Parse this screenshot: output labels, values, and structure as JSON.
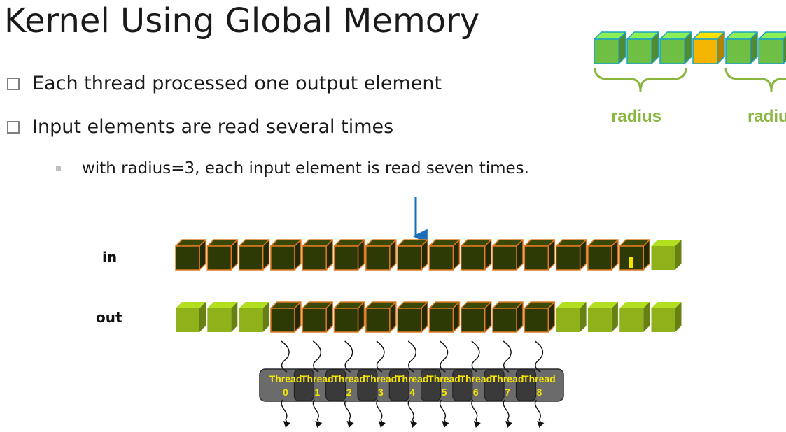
{
  "slide": {
    "title": "Kernel Using Global Memory",
    "bullets": [
      "Each thread processed one output element",
      "Input elements are read several times"
    ],
    "sub_bullet": "with radius=3, each input element is read seven times."
  },
  "legend": {
    "radius_left": "radius",
    "radius_right": "radius",
    "cube_states": [
      "green",
      "green",
      "green",
      "orange",
      "green",
      "green"
    ]
  },
  "diagram": {
    "in_label": "in",
    "out_label": "out",
    "in_cube_count": 16,
    "in_active_count": 15,
    "out_cube_count": 16,
    "out_active_start": 3,
    "out_active_end": 11,
    "threads": [
      {
        "name": "Thread",
        "id": "0"
      },
      {
        "name": "Thread",
        "id": "1"
      },
      {
        "name": "Thread",
        "id": "2"
      },
      {
        "name": "Thread",
        "id": "3"
      },
      {
        "name": "Thread",
        "id": "4"
      },
      {
        "name": "Thread",
        "id": "5"
      },
      {
        "name": "Thread",
        "id": "6"
      },
      {
        "name": "Thread",
        "id": "7"
      },
      {
        "name": "Thread",
        "id": "8"
      }
    ]
  },
  "colors": {
    "active_cube": "#2e3a06",
    "active_edge": "#e07b22",
    "green_cube": "#8fb21a",
    "legend_green": "#6fbf44",
    "legend_orange": "#f4b400",
    "legend_edge": "#1aa3c4",
    "arrow": "#1b6fb8",
    "thread_text": "#f4e400"
  }
}
